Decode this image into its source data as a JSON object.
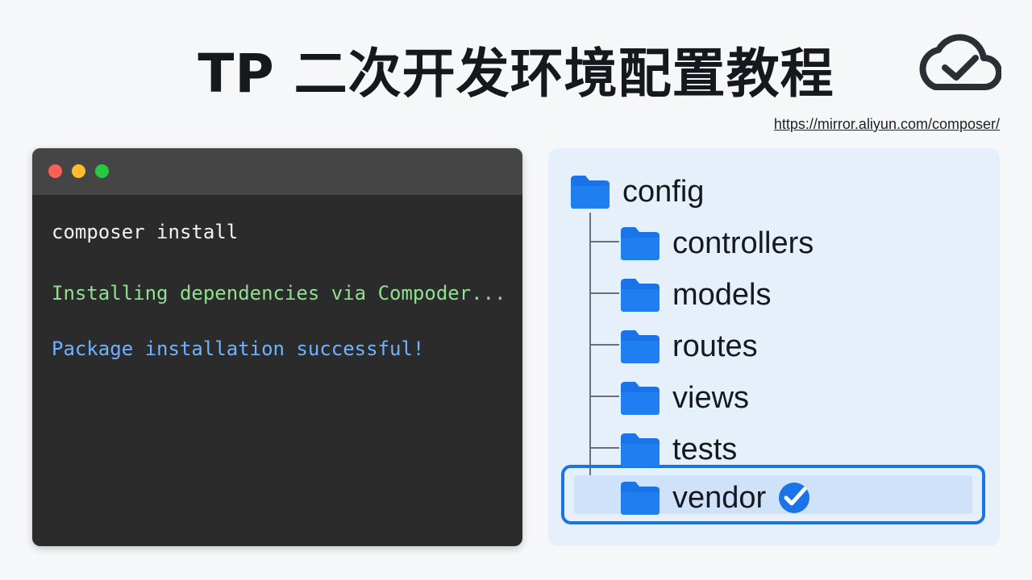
{
  "header": {
    "title": "TP 二次开发环境配置教程",
    "mirror_url": "https://mirror.aliyun.com/composer/",
    "logo_icon": "cloud-check-icon"
  },
  "terminal": {
    "window_controls": [
      "close-dot",
      "minimize-dot",
      "maximize-dot"
    ],
    "lines": [
      {
        "text": "composer install",
        "color": "#f1f1f1"
      },
      {
        "text": "Installing dependencies via Compoder...",
        "color": "#8fe08f"
      },
      {
        "text": "Package installation successful!",
        "color": "#6fb2ff"
      }
    ]
  },
  "file_tree": {
    "root": {
      "name": "config",
      "icon": "folder-icon"
    },
    "children": [
      {
        "name": "controllers",
        "icon": "folder-icon"
      },
      {
        "name": "models",
        "icon": "folder-icon"
      },
      {
        "name": "routes",
        "icon": "folder-icon"
      },
      {
        "name": "views",
        "icon": "folder-icon"
      },
      {
        "name": "tests",
        "icon": "folder-icon"
      },
      {
        "name": "vendor",
        "icon": "folder-icon",
        "selected": true,
        "status_icon": "check-circle-icon"
      }
    ],
    "accent": "#1a73e8",
    "folder_color": "#1a73e8"
  }
}
